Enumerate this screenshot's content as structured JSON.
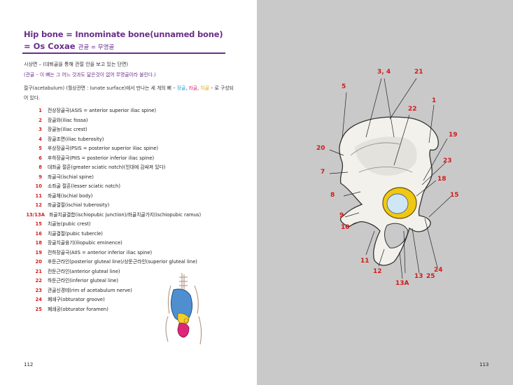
{
  "left_page": {
    "title_line1": "Hip bone = Innominate bone(unnamed bone)",
    "title_line2": "= Os Coxae",
    "title_korean": "관골 = 무명골",
    "section_label": "시상면 – (대퇴골을 통해 관절 안을 보고 있는 단면)",
    "note": "(관골 – 이 뼈는 그 어느 것과도 닮은것이 없어 무명골이라 불린다.)",
    "para_prefix": "절구(acetabulum) (월상관면 : lunate surface)에서 만나는 세 개의 뼈 – ",
    "para_bone1": "장골",
    "para_sep1": ", ",
    "para_bone2": "좌골",
    "para_sep2": ", ",
    "para_bone3": "치골",
    "para_suffix": " – 로 구성되어 있다.",
    "items": [
      {
        "num": "1",
        "text": "전상장골극(ASIS = anterior superior iliac spine)"
      },
      {
        "num": "2",
        "text": "장골와(iliac fossa)"
      },
      {
        "num": "3",
        "text": "장골능(iliac crest)"
      },
      {
        "num": "4",
        "text": "장골조면(iliac tuberosity)"
      },
      {
        "num": "5",
        "text": "후상장골극(PSIS = posterior superior iliac spine)"
      },
      {
        "num": "6",
        "text": "후하장골극(PIIS = posterior inferior iliac spine)"
      },
      {
        "num": "8",
        "text": "대좌골 절흔(greater sciatic notch)(인대에 감싸져 있다)"
      },
      {
        "num": "9",
        "text": "좌골극(ischial spine)"
      },
      {
        "num": "10",
        "text": "소좌골 절흔(lesser sciatic notch)"
      },
      {
        "num": "11",
        "text": "좌골체(ischial body)"
      },
      {
        "num": "12",
        "text": "좌골결절(ischial tuberosity)"
      },
      {
        "num": "13/13A",
        "text": "좌골치골결합(ischiopubic junction)/좌골치골가지(ischiopubic ramus)"
      },
      {
        "num": "15",
        "text": "치골능(pubic crest)"
      },
      {
        "num": "16",
        "text": "치골결절(pubic tubercle)"
      },
      {
        "num": "18",
        "text": "장골치골융기(iliopubic eminence)"
      },
      {
        "num": "19",
        "text": "전하장골극(AIIS = anterior inferior iliac spine)"
      },
      {
        "num": "20",
        "text": "후둔근라인(posterior gluteal line)/상둔근라인(superior gluteal line)"
      },
      {
        "num": "21",
        "text": "전둔근라인(anterior gluteal line)"
      },
      {
        "num": "22",
        "text": "하둔근라인(inferior gluteal line)"
      },
      {
        "num": "23",
        "text": "관골신경테(rim of acetabulum nerve)"
      },
      {
        "num": "24",
        "text": "폐쇄구(obturator groove)"
      },
      {
        "num": "25",
        "text": "폐쇄공(obturator foramen)"
      }
    ],
    "page_number": "112"
  },
  "right_page": {
    "page_number": "113",
    "labels": {
      "l34": "3, 4",
      "l21": "21",
      "l5": "5",
      "l1": "1",
      "l22": "22",
      "l19": "19",
      "l20": "20",
      "l23": "23",
      "l7": "7",
      "l18": "18",
      "l8": "8",
      "l15": "15",
      "l9": "9",
      "l10": "10",
      "l11": "11",
      "l12": "12",
      "l24": "24",
      "l13": "13",
      "l25": "25",
      "l13a": "13A"
    }
  },
  "colors": {
    "title": "#6a2f8a",
    "number": "#d61a1a",
    "ilium": "#1fa3d9",
    "ischium": "#e0267a",
    "pubis": "#e0a400",
    "right_background": "#c9c9c9"
  }
}
